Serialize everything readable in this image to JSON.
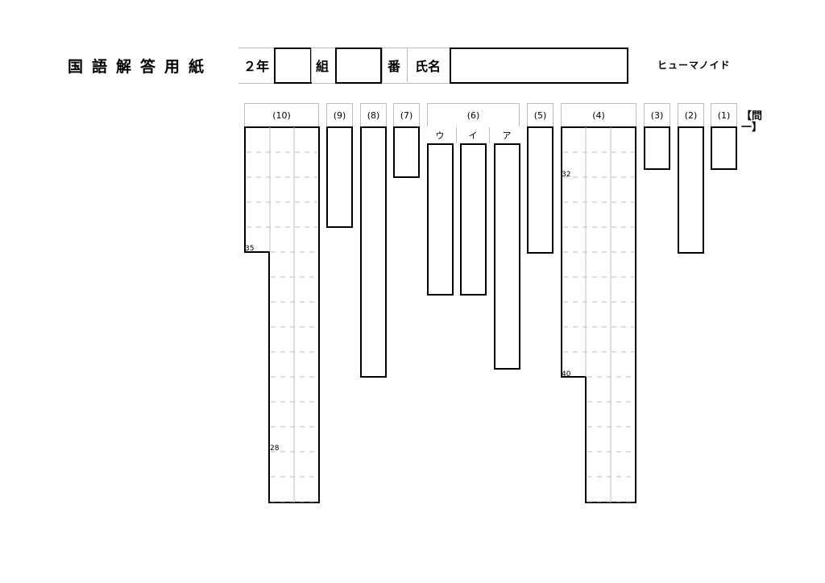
{
  "header": {
    "title": "国語解答用紙",
    "grade": "２年",
    "class_label": "組",
    "number_label": "番",
    "name_label": "氏名",
    "tag": "ヒューマノイド"
  },
  "section": {
    "label": "【問一】"
  },
  "columns": {
    "q10": "(10)",
    "q9": "(9)",
    "q8": "(8)",
    "q7": "(7)",
    "q6": "(6)",
    "q6_sub": [
      "ウ",
      "イ",
      "ア"
    ],
    "q5": "(5)",
    "q4": "(4)",
    "q3": "(3)",
    "q2": "(2)",
    "q1": "(1)"
  },
  "char_counts": {
    "q10_a": "35",
    "q10_b": "28",
    "q4_a": "32",
    "q4_b": "40"
  }
}
